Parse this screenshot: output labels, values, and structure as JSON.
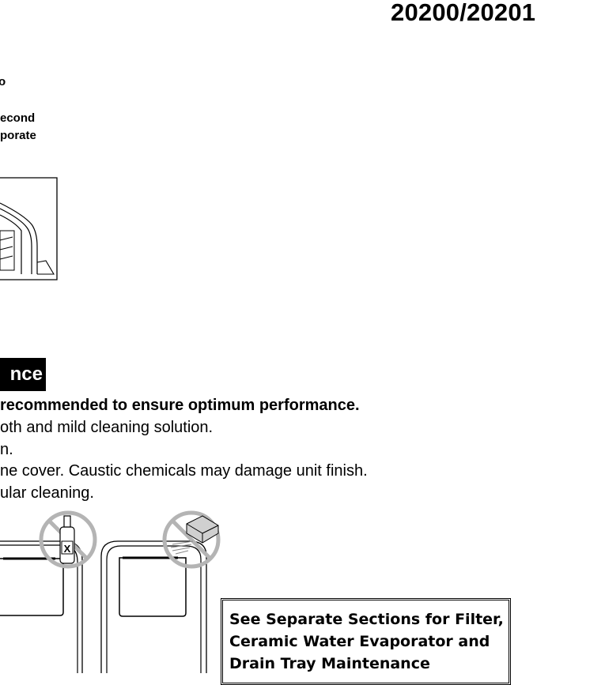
{
  "header": {
    "model_number": "20200/20201"
  },
  "top_fragments": {
    "fragment_a": "o",
    "fragment_b": "econd",
    "fragment_c": "porate"
  },
  "section": {
    "title_fragment": "nce",
    "lines": [
      "recommended to ensure optimum performance.",
      "oth and mild cleaning solution.",
      "n.",
      "ne cover. Caustic chemicals may damage unit finish.",
      "ular cleaning."
    ]
  },
  "note_box": {
    "lines": [
      "See Separate Sections for Filter,",
      "Ceramic Water Evaporator and",
      "Drain Tray Maintenance"
    ]
  },
  "illustrations": [
    {
      "name": "no-caustic-cleaner-icon",
      "label": "X"
    },
    {
      "name": "no-abrasive-pad-icon"
    }
  ]
}
